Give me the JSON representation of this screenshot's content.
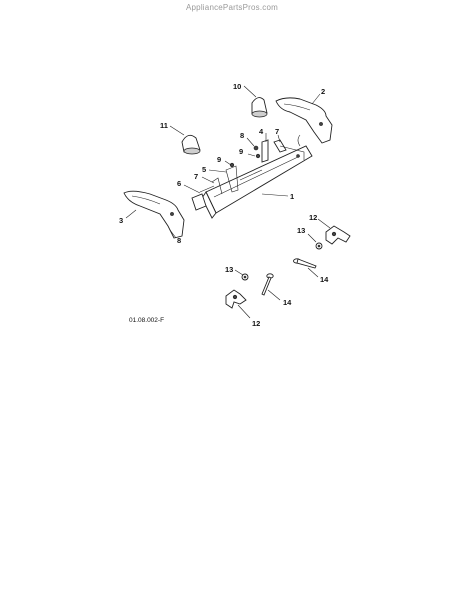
{
  "watermark": "AppliancePartsPros.com",
  "diagram_code": "01.08.002-F",
  "callouts": {
    "c1": "1",
    "c2": "2",
    "c3": "3",
    "c4": "4",
    "c5": "5",
    "c6": "6",
    "c7a": "7",
    "c7b": "7",
    "c8a": "8",
    "c8b": "8",
    "c9a": "9",
    "c9b": "9",
    "c10": "10",
    "c11": "11",
    "c12a": "12",
    "c12b": "12",
    "c13a": "13",
    "c13b": "13",
    "c14a": "14",
    "c14b": "14"
  }
}
